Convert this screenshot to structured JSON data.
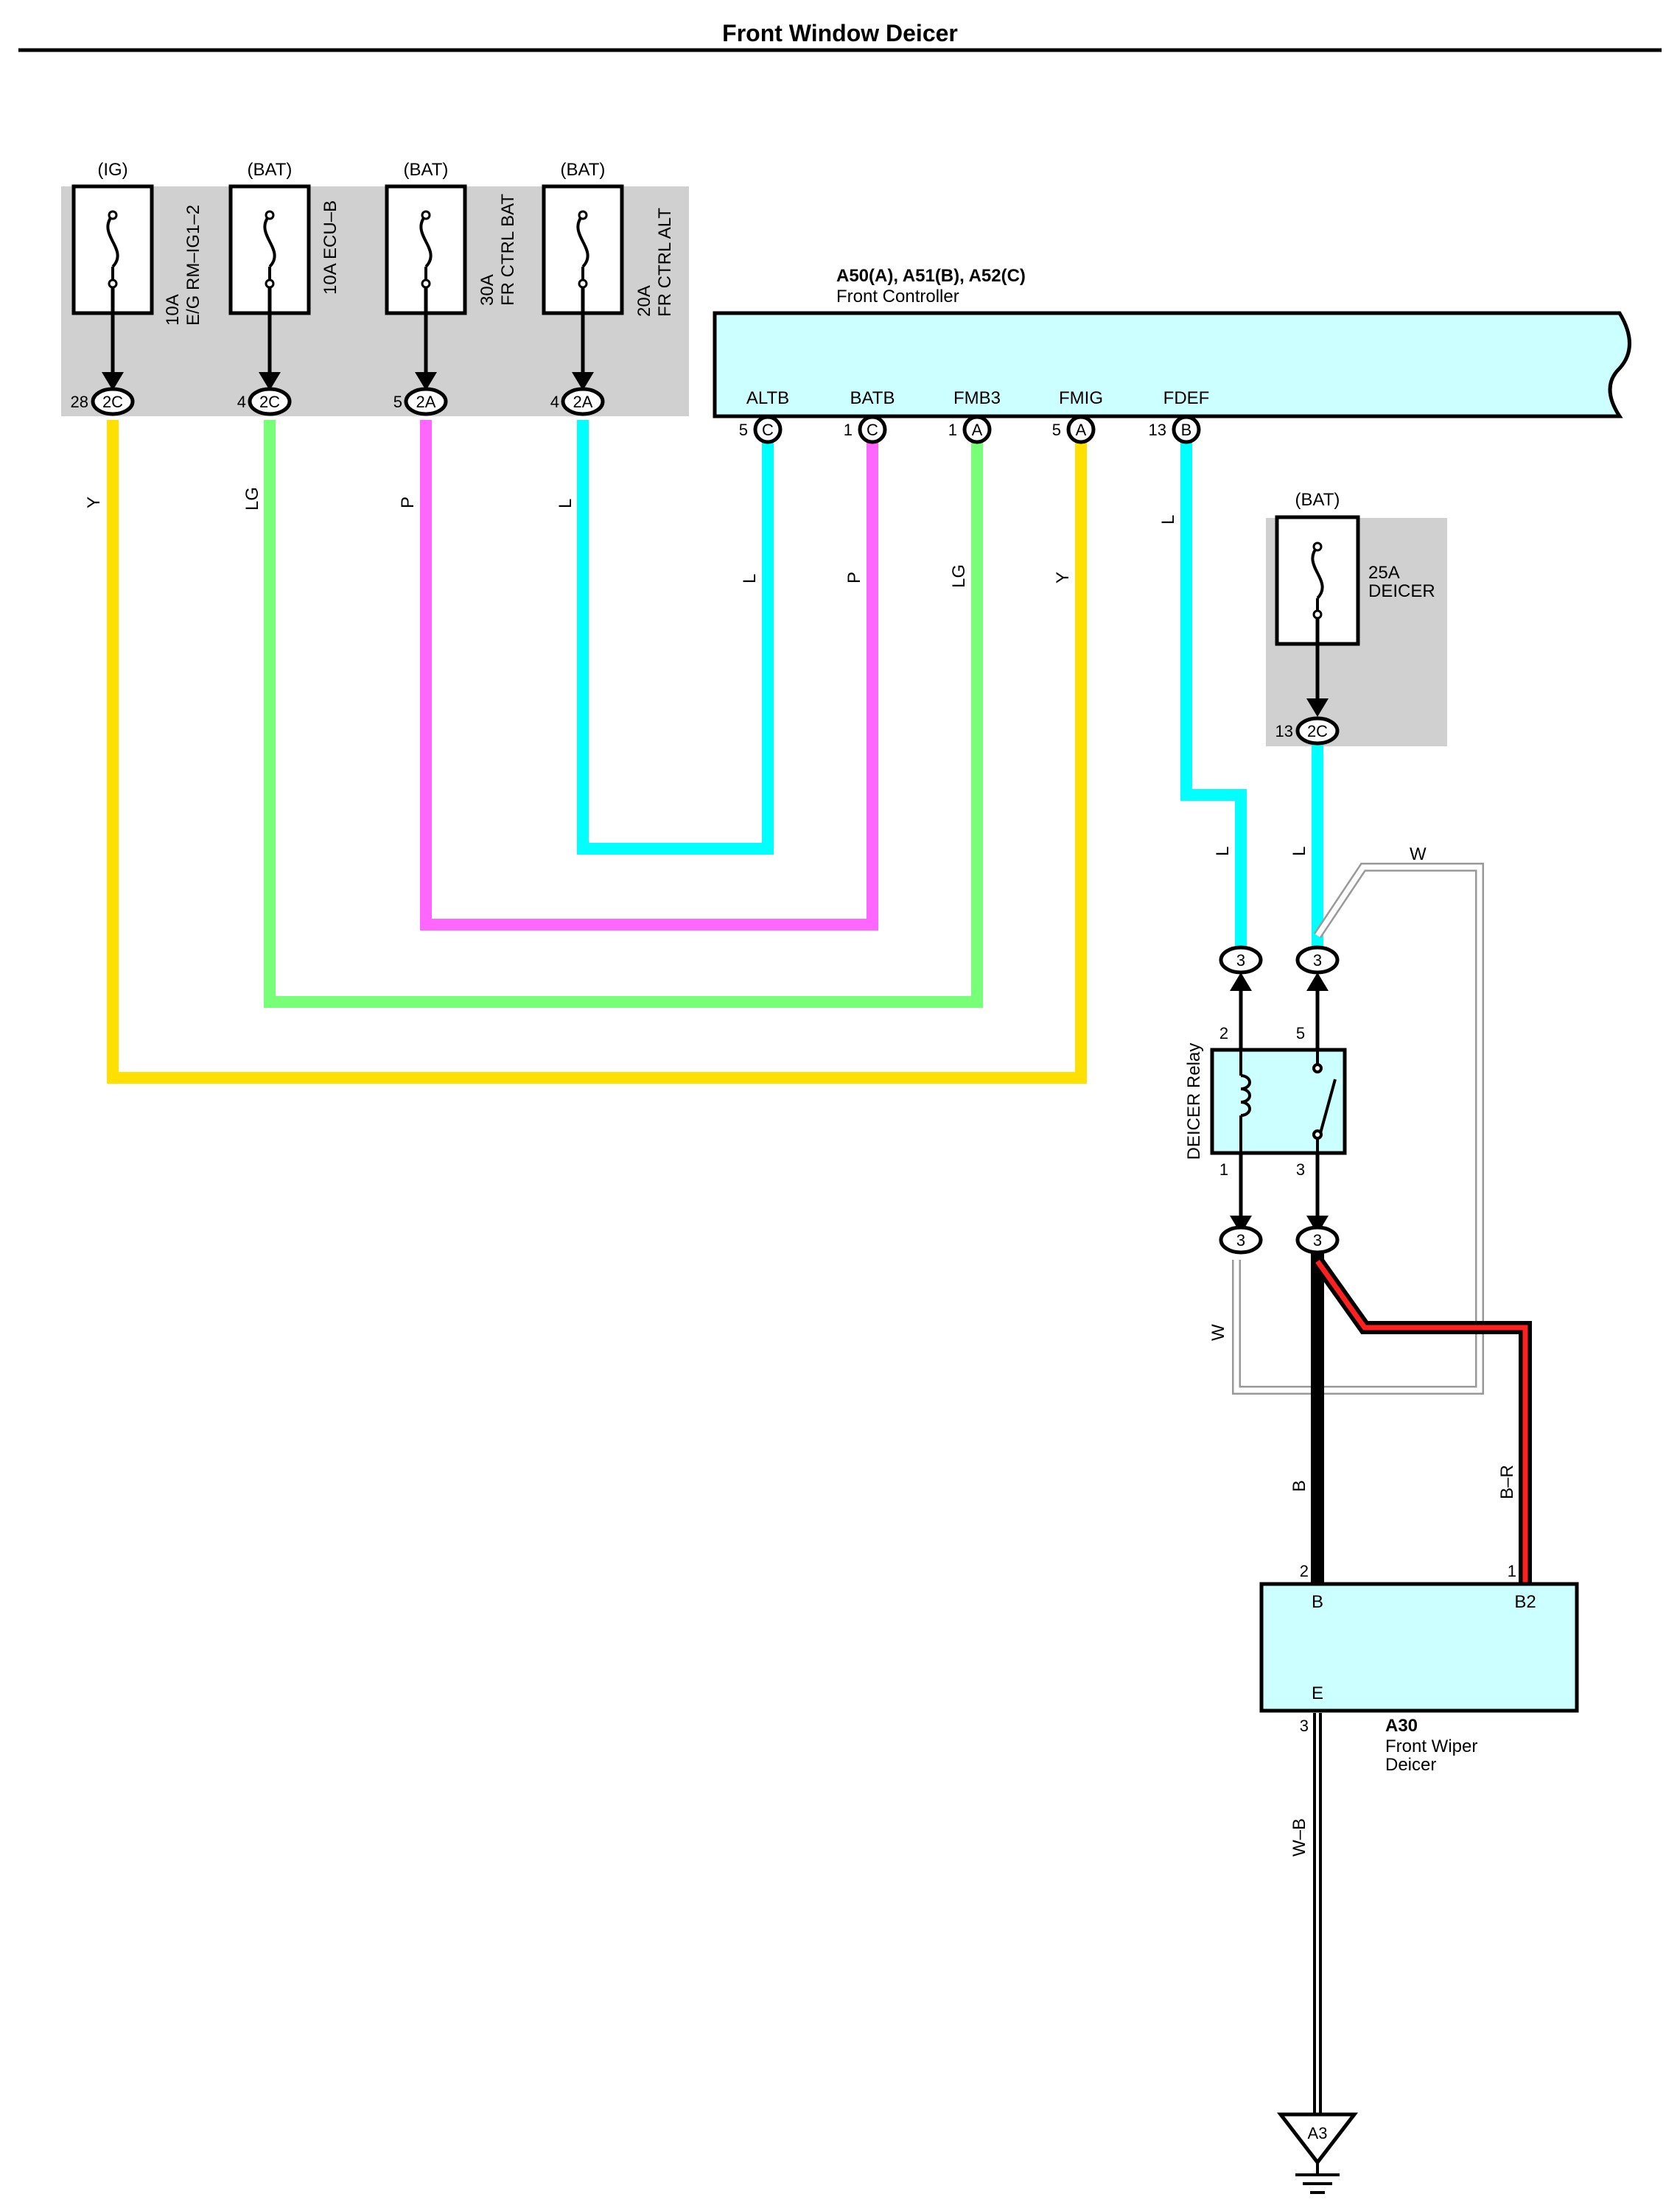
{
  "title": "Front Window Deicer",
  "fuses": [
    {
      "source": "(IG)",
      "rating": "10A",
      "name": "E/G RM–IG1–2",
      "pin": "28",
      "connector": "2C",
      "wire": "Y"
    },
    {
      "source": "(BAT)",
      "rating": "10A ECU–B",
      "name": "",
      "pin": "4",
      "connector": "2C",
      "wire": "LG"
    },
    {
      "source": "(BAT)",
      "rating": "30A",
      "name": "FR CTRL BAT",
      "pin": "5",
      "connector": "2A",
      "wire": "P"
    },
    {
      "source": "(BAT)",
      "rating": "20A",
      "name": "FR CTRL ALT",
      "pin": "4",
      "connector": "2A",
      "wire": "L"
    }
  ],
  "controller": {
    "code": "A50(A), A51(B), A52(C)",
    "name": "Front Controller",
    "terminals": [
      {
        "label": "ALTB",
        "pin": "5",
        "connector": "C",
        "wire": "L"
      },
      {
        "label": "BATB",
        "pin": "1",
        "connector": "C",
        "wire": "P"
      },
      {
        "label": "FMB3",
        "pin": "1",
        "connector": "A",
        "wire": "LG"
      },
      {
        "label": "FMIG",
        "pin": "5",
        "connector": "A",
        "wire": "Y"
      },
      {
        "label": "FDEF",
        "pin": "13",
        "connector": "B",
        "wire": "L"
      }
    ]
  },
  "deicer_fuse": {
    "source": "(BAT)",
    "rating": "25A",
    "name": "DEICER",
    "pin": "13",
    "connector": "2C",
    "wire": "L"
  },
  "relay": {
    "name": "DEICER Relay",
    "pins": {
      "coil_top": "2",
      "switch_top": "5",
      "coil_bottom": "1",
      "switch_bottom": "3"
    },
    "connector": "3",
    "wire_in_coil": "L",
    "wire_in_switch": "L",
    "wire_w_top": "W",
    "wire_w_bottom": "W"
  },
  "wiper_deicer": {
    "code": "A30",
    "name_line1": "Front Wiper",
    "name_line2": "Deicer",
    "terminal_b": "B",
    "terminal_b2": "B2",
    "terminal_e": "E",
    "pin_b": "2",
    "pin_b2": "1",
    "pin_e": "3",
    "wire_b": "B",
    "wire_b2": "B–R",
    "wire_e": "W–B"
  },
  "ground": {
    "label": "A3"
  },
  "colors": {
    "Y": "#ffe000",
    "LG": "#77ff77",
    "P": "#ff66ff",
    "L": "#00ffff",
    "panel": "#d0d0d0",
    "box": "#ccffff"
  }
}
